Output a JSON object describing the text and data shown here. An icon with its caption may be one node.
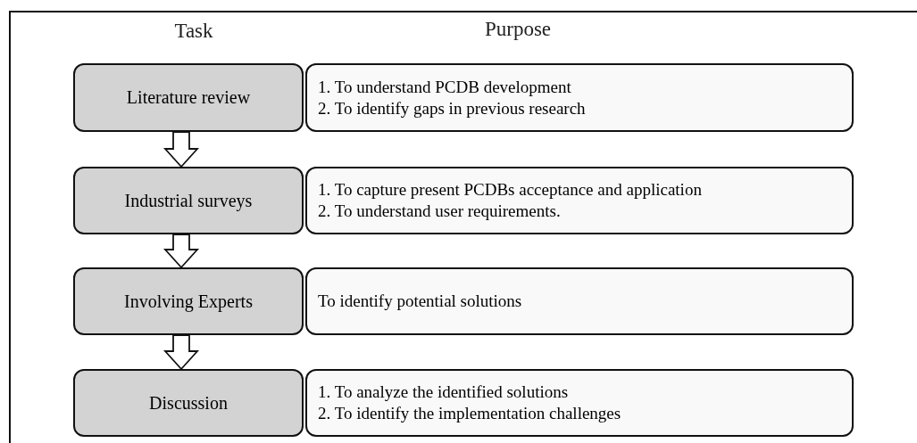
{
  "diagram": {
    "nodes": [
      {
        "text": [
          "Literature review"
        ]
      },
      {
        "text": [
          "1. To understand PCDB development",
          "2. To identify gaps in previous research"
        ]
      },
      {
        "text": [
          "Industrial surveys"
        ]
      },
      {
        "text": [
          "1. To capture present PCDBs acceptance and application",
          "2. To understand user requirements."
        ]
      },
      {
        "text": [
          "Involving Experts"
        ]
      },
      {
        "text": [
          "To identify potential solutions"
        ]
      },
      {
        "text": [
          "Discussion"
        ]
      },
      {
        "text": [
          "1. To analyze the  identified solutions",
          "2. To identify the implementation challenges"
        ]
      }
    ],
    "edges": [
      {
        "from": 0,
        "to": 2,
        "arrow": "to"
      },
      {
        "from": 2,
        "to": 4,
        "arrow": "to"
      },
      {
        "from": 4,
        "to": 6,
        "arrow": "to"
      }
    ],
    "labels": [
      "Task",
      "Purpose"
    ]
  }
}
